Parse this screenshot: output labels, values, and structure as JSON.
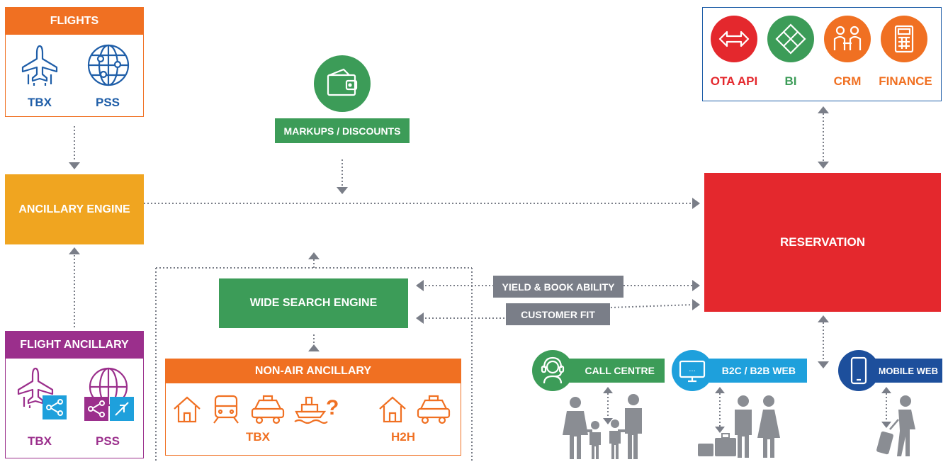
{
  "colors": {
    "blue": "#1f5ea8",
    "orange": "#f07022",
    "purple": "#9b2f8c",
    "green": "#3c9c58",
    "amber": "#f0a520",
    "red": "#e4282d",
    "gray": "#7a7e88",
    "cyan": "#1ea0dc",
    "navy": "#1d4f9c"
  },
  "flights": {
    "title": "FLIGHTS",
    "left_label": "TBX",
    "right_label": "PSS",
    "left_icon": "plane-icon",
    "right_icon": "globe-network-icon"
  },
  "ancillary_engine": {
    "label": "ANCILLARY ENGINE"
  },
  "flight_ancillary": {
    "title": "FLIGHT ANCILLARY",
    "left_label": "TBX",
    "right_label": "PSS"
  },
  "markups": {
    "label": "MARKUPS / DISCOUNTS",
    "icon": "wallet-icon"
  },
  "wide_search": {
    "label": "WIDE SEARCH ENGINE"
  },
  "non_air": {
    "title": "NON-AIR ANCILLARY",
    "left_label": "TBX",
    "right_label": "H2H",
    "question": "?"
  },
  "yield_label": "YIELD & BOOK ABILITY",
  "customer_fit_label": "CUSTOMER FIT",
  "reservation": {
    "label": "RESERVATION"
  },
  "systems": [
    {
      "label": "OTA API",
      "color": "#e4282d",
      "icon": "swap-arrows-icon"
    },
    {
      "label": "BI",
      "color": "#3c9c58",
      "icon": "puzzle-icon"
    },
    {
      "label": "CRM",
      "color": "#f07022",
      "icon": "people-exchange-icon"
    },
    {
      "label": "FINANCE",
      "color": "#f07022",
      "icon": "calculator-icon"
    }
  ],
  "channels": {
    "call_centre": "CALL CENTRE",
    "web": "B2C / B2B WEB",
    "mobile": "MOBILE WEB",
    "web_screen_text": "..."
  }
}
